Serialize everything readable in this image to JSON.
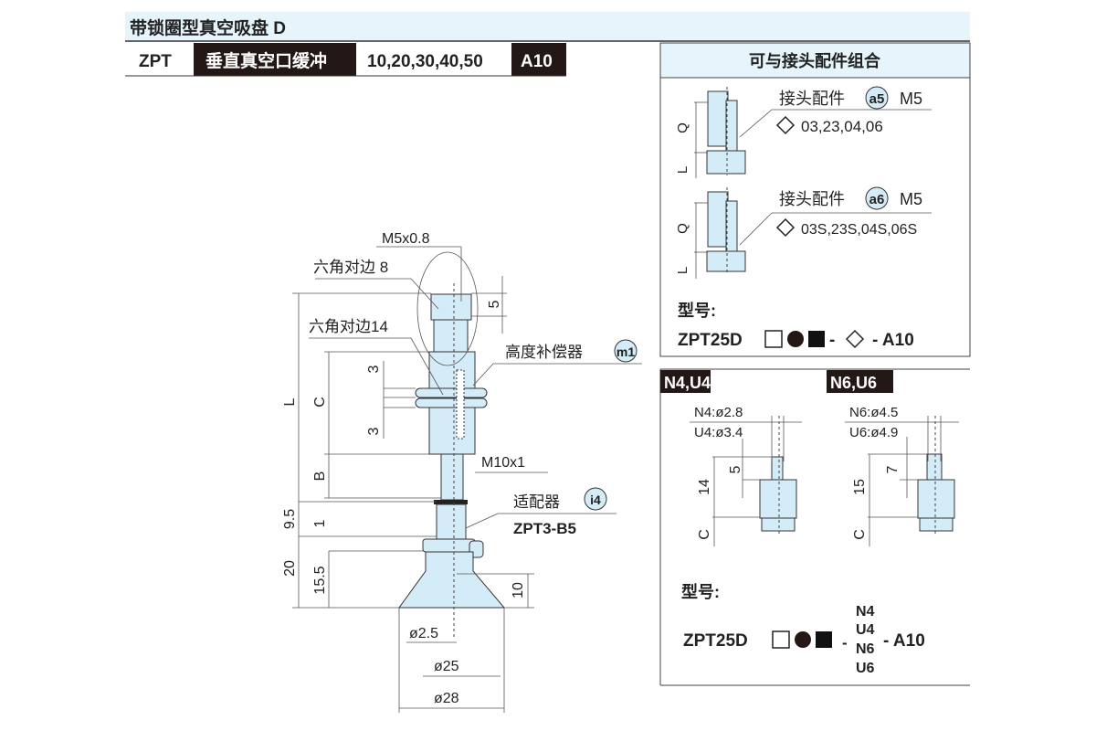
{
  "header": {
    "title": "带锁圈型真空吸盘 D"
  },
  "spec_row": {
    "series": "ZPT",
    "description": "垂直真空口缓冲",
    "strokes": "10,20,30,40,50",
    "code": "A10"
  },
  "main_drawing": {
    "thread_top": "M5x0.8",
    "hex8": "六角对边 8",
    "hex14": "六角对边14",
    "height_comp": "高度补偿器",
    "height_comp_badge": "m1",
    "thread_body": "M10x1",
    "adapter": "适配器",
    "adapter_badge": "i4",
    "adapter_model": "ZPT3-B5",
    "dims": {
      "L": "L",
      "C": "C",
      "B": "B",
      "d3a": "3",
      "d3b": "3",
      "d5": "5",
      "d9_5": "9.5",
      "d1": "1",
      "d20": "20",
      "d15_5": "15.5",
      "d10": "10",
      "phi2_5": "ø2.5",
      "phi25": "ø25",
      "phi28": "ø28"
    }
  },
  "fittings_panel": {
    "title": "可与接头配件组合",
    "items": [
      {
        "label": "接头配件",
        "badge": "a5",
        "thread": "M5",
        "options": "03,23,04,06",
        "q": "Q",
        "l": "L"
      },
      {
        "label": "接头配件",
        "badge": "a6",
        "thread": "M5",
        "options": "03S,23S,04S,06S",
        "q": "Q",
        "l": "L"
      }
    ],
    "model_label": "型号:",
    "model_prefix": "ZPT25D",
    "model_sep": "-",
    "model_suffix": "- A10"
  },
  "barb_panel": {
    "left": {
      "tag": "N4,U4",
      "n": "N4:ø2.8",
      "u": "U4:ø3.4",
      "h": "14",
      "s": "5",
      "c": "C"
    },
    "right": {
      "tag": "N6,U6",
      "n": "N6:ø4.5",
      "u": "U6:ø4.9",
      "h": "15",
      "s": "7",
      "c": "C"
    },
    "model_label": "型号:",
    "model_prefix": "ZPT25D",
    "model_sep": "-",
    "options": [
      "N4",
      "U4",
      "N6",
      "U6"
    ],
    "model_suffix": "- A10"
  },
  "colors": {
    "part_fill": "#d4ebf8",
    "header_bg": "#e6f4fc",
    "dark_cell": "#231815"
  }
}
